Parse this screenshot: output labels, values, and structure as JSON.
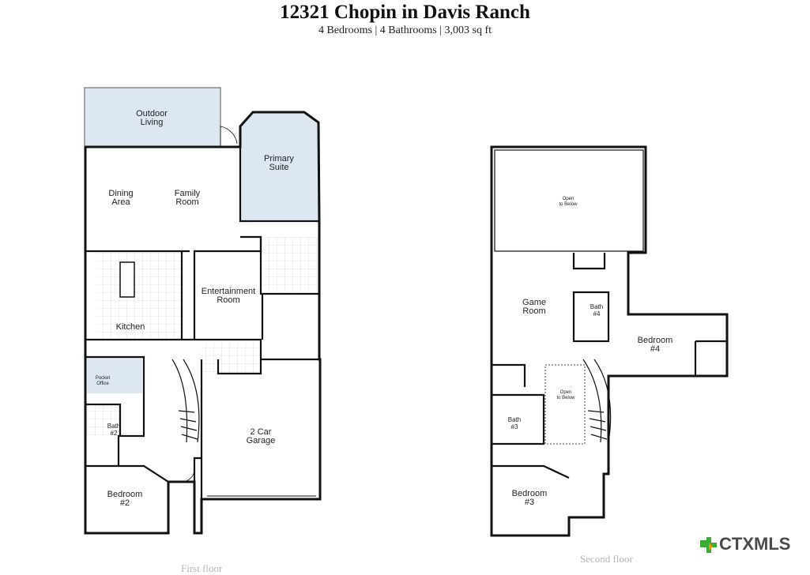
{
  "header": {
    "title": "12321 Chopin in Davis Ranch",
    "subtitle": "4 Bedrooms | 4 Bathrooms | 3,003 sq ft"
  },
  "first_floor": {
    "caption": "First floor",
    "rooms": {
      "outdoor_living_1": "Outdoor",
      "outdoor_living_2": "Living",
      "primary_suite_1": "Primary",
      "primary_suite_2": "Suite",
      "dining_1": "Dining",
      "dining_2": "Area",
      "family_1": "Family",
      "family_2": "Room",
      "entertainment_1": "Entertainment",
      "entertainment_2": "Room",
      "kitchen": "Kitchen",
      "pocket_office_1": "Pocket",
      "pocket_office_2": "Office",
      "bath2_1": "Bath",
      "bath2_2": "#2",
      "garage_1": "2 Car",
      "garage_2": "Garage",
      "bedroom2_1": "Bedroom",
      "bedroom2_2": "#2"
    }
  },
  "second_floor": {
    "caption": "Second floor",
    "rooms": {
      "open_below_top_1": "Open",
      "open_below_top_2": "to Below",
      "game_1": "Game",
      "game_2": "Room",
      "bath4_1": "Bath",
      "bath4_2": "#4",
      "bedroom4_1": "Bedroom",
      "bedroom4_2": "#4",
      "open_below_stair_1": "Open",
      "open_below_stair_2": "to Below",
      "bath3_1": "Bath",
      "bath3_2": "#3",
      "bedroom3_1": "Bedroom",
      "bedroom3_2": "#3"
    }
  },
  "watermark": {
    "brand": "CTXMLS",
    "colors": {
      "green": "#3aaa35",
      "orange": "#f39200",
      "gray": "#4a4a4a"
    }
  },
  "colors": {
    "wall": "#111111",
    "blue_fill": "#dde7f1",
    "tile": "#cfcfcf"
  }
}
